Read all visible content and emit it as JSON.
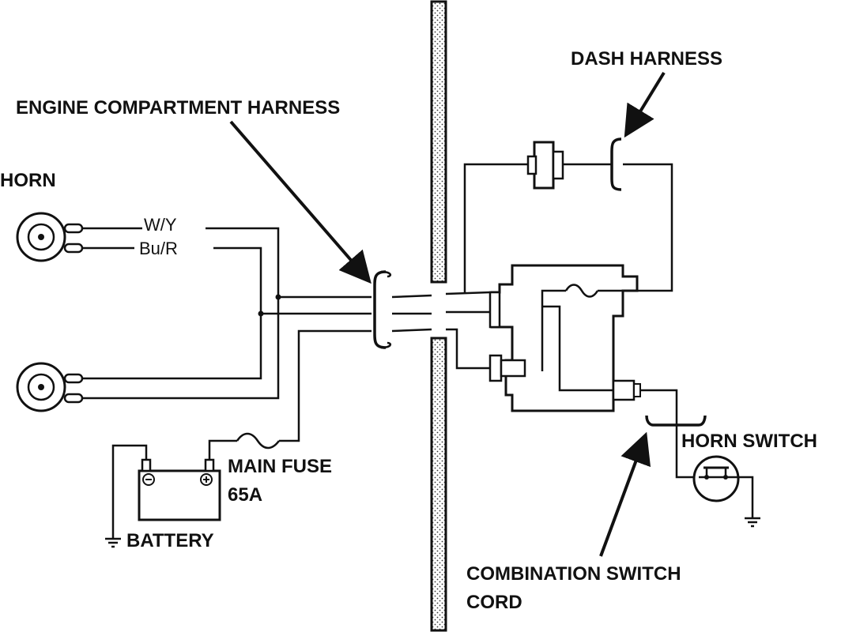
{
  "labels": {
    "horn": "HORN",
    "engine_harness": "ENGINE COMPARTMENT HARNESS",
    "dash_harness": "DASH HARNESS",
    "wire_wy": "W/Y",
    "wire_bur": "Bu/R",
    "main_fuse": "MAIN FUSE",
    "fuse_rating": "65A",
    "battery": "BATTERY",
    "horn_switch": "HORN SWITCH",
    "combination_switch_line1": "COMBINATION SWITCH",
    "combination_switch_line2": "CORD"
  },
  "icons": {
    "horn": "horn-icon",
    "battery": "battery-icon",
    "fuse": "fuse-icon",
    "ground": "ground-icon",
    "relay": "relay-icon",
    "connector": "connector-icon",
    "switch": "horn-switch-icon"
  },
  "colors": {
    "ink": "#111111",
    "background": "#ffffff"
  }
}
